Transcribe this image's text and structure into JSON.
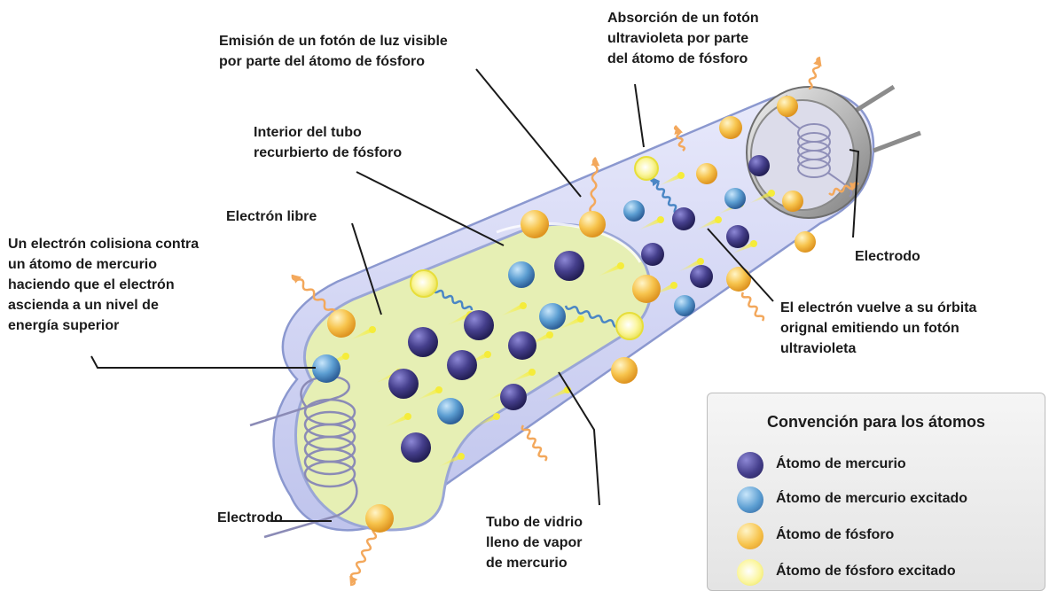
{
  "labels": {
    "emision": [
      "Emisión de un fotón de luz visible",
      "por parte del átomo de fósforo"
    ],
    "absorcion": [
      "Absorción de un fotón",
      "ultravioleta por parte",
      "del átomo de fósforo"
    ],
    "interior": [
      "Interior del tubo",
      "recurbierto de fósforo"
    ],
    "electron_libre": [
      "Electrón libre"
    ],
    "colision": [
      "Un electrón colisiona contra",
      "un átomo de mercurio",
      "haciendo que el electrón",
      "ascienda a un nivel de",
      "energía superior"
    ],
    "electrodo_derecho": [
      "Electrodo"
    ],
    "orbita": [
      "El electrón vuelve a su órbita",
      "orignal emitiendo un fotón",
      "ultravioleta"
    ],
    "electrodo_izquierdo": [
      "Electrodo"
    ],
    "tubo_vidrio": [
      "Tubo de vidrio",
      "lleno de vapor",
      "de mercurio"
    ]
  },
  "legend": {
    "title": "Convención para los átomos",
    "items": [
      {
        "label": "Átomo de mercurio",
        "color": "#4a4590"
      },
      {
        "label": "Átomo de mercurio excitado",
        "color": "#5b9fd0"
      },
      {
        "label": "Átomo de fósforo",
        "color": "#f6c24a"
      },
      {
        "label": "Átomo de fósforo excitado",
        "color": "#f4f08a"
      }
    ]
  },
  "colors": {
    "tube_glass": "#cfd2f2",
    "tube_interior": "#e6eeb2",
    "outline": "#8a9ad0",
    "uv_wave": "#4a86c5",
    "visible_wave": "#f3a85c",
    "electron": "#f5ec3a"
  }
}
